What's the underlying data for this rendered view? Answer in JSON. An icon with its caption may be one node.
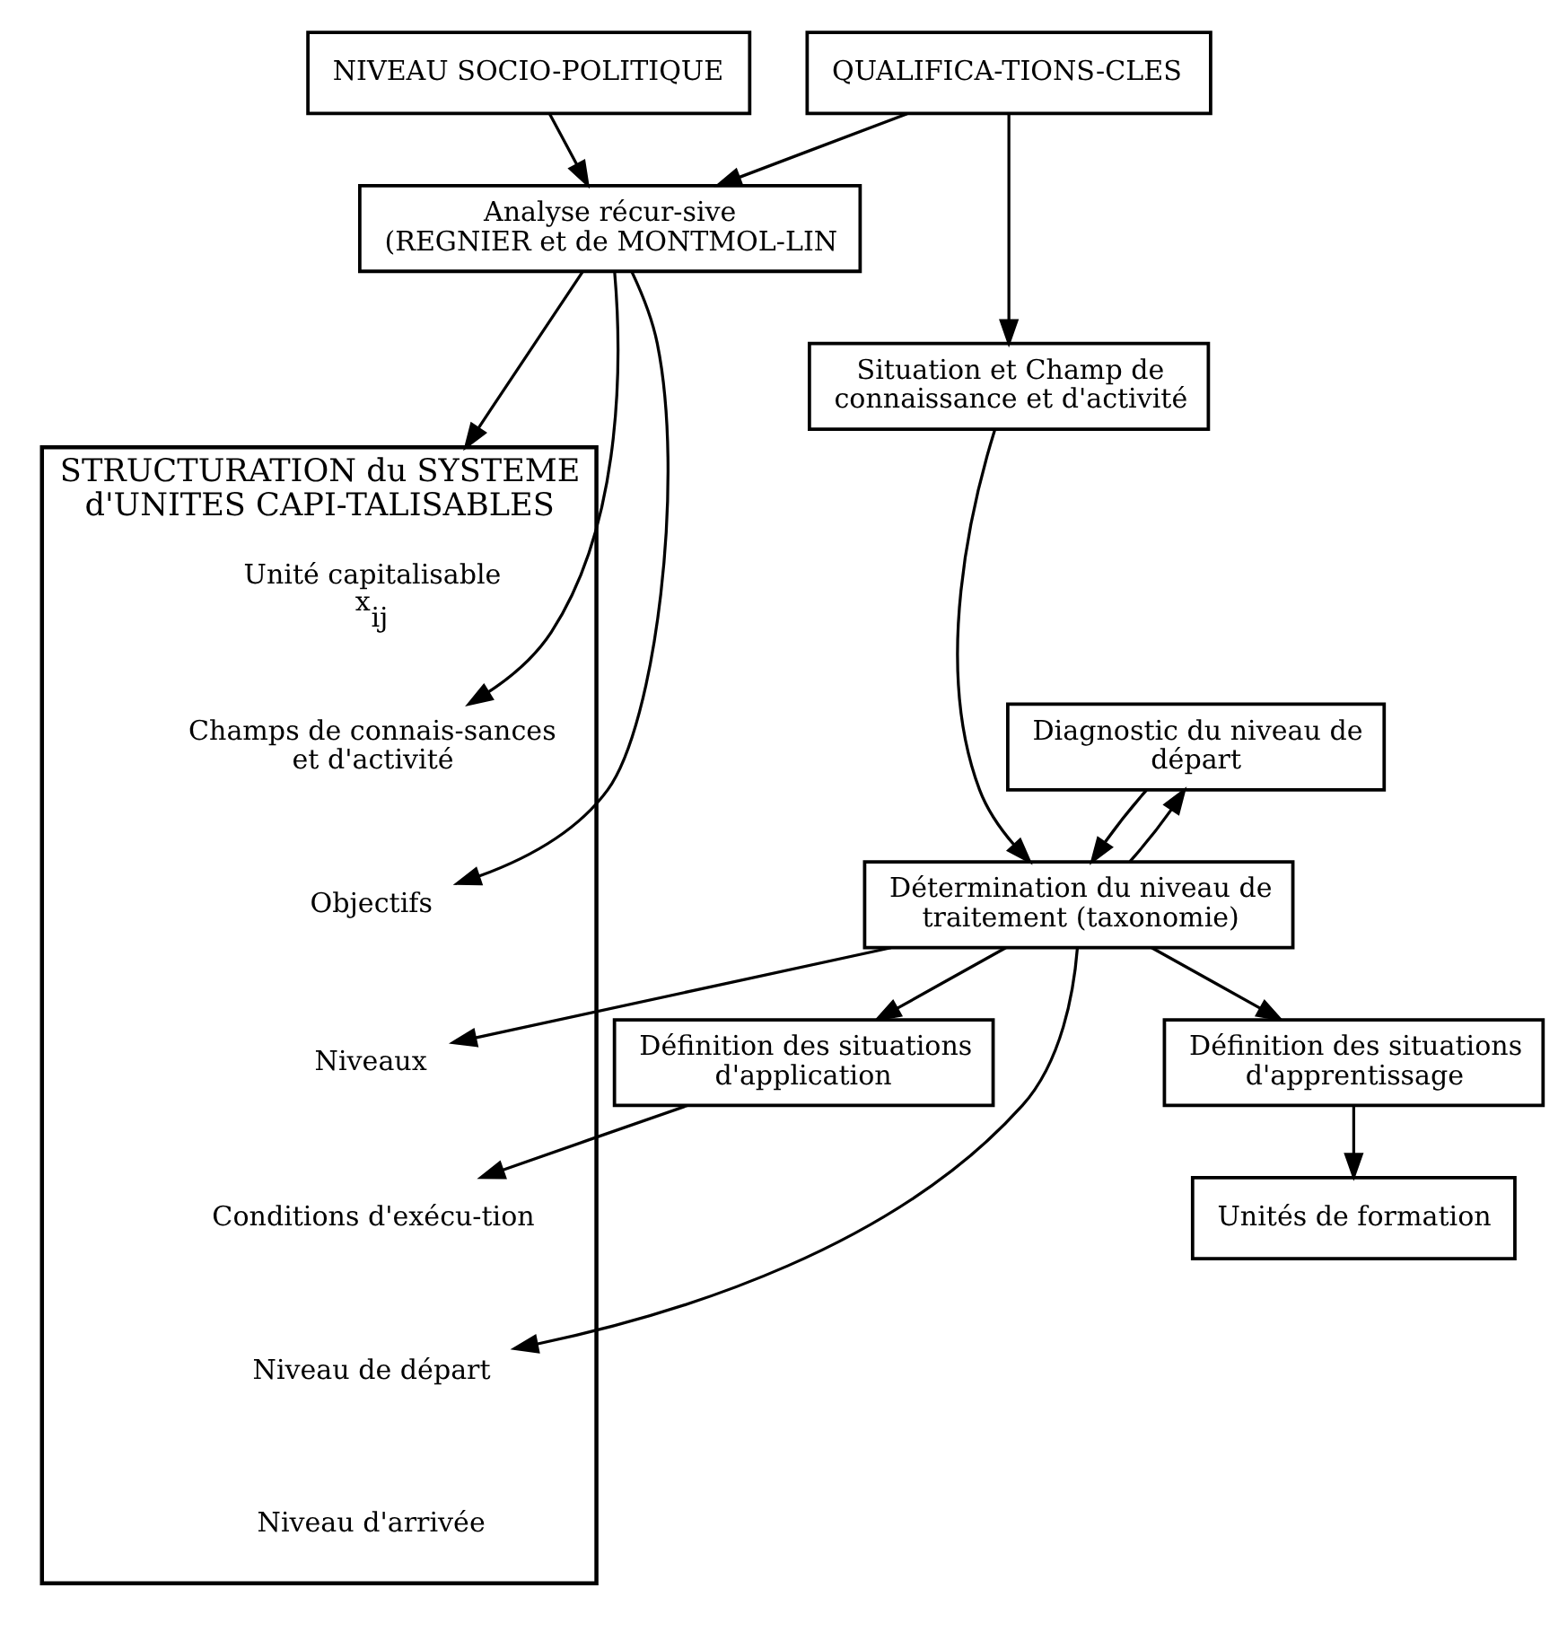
{
  "diagram": {
    "nodes": [
      {
        "text": [
          "NIVEAU SOCIO-POLITIQUE"
        ]
      },
      {
        "text": [
          "QUALIFICA-TIONS-CLES"
        ]
      },
      {
        "text": [
          "Situation et Champ de connaissance et d'activité"
        ]
      },
      {
        "text": [
          "Analyse récur-sive (REGNIER et de MONTMOL-LIN"
        ]
      },
      {
        "text": [
          "Diagnostic du niveau de départ"
        ]
      },
      {
        "text": [
          "STRUCTURATION du SYSTEME d'UNITES CAPI-TALISABLES"
        ]
      },
      {
        "text": [
          "Unité capitalisable x$_{ij}$"
        ],
        "in": 5
      },
      {
        "text": [
          "Champs de connais-sances et d'activité"
        ],
        "in": 5
      },
      {
        "text": [
          "Objectifs"
        ],
        "in": 5
      },
      {
        "text": [
          "Niveaux"
        ],
        "in": 5
      },
      {
        "text": [
          "Conditions d'exécu-tion"
        ],
        "in": 5
      },
      {
        "text": [
          "Niveau de départ"
        ],
        "in": 5
      },
      {
        "text": [
          "Niveau d'arrivée"
        ],
        "in": 5
      },
      {
        "text": [
          "Détermination du niveau de traitement (taxonomie)"
        ]
      },
      {
        "text": [
          "Définition des situations d'apprentissage"
        ]
      },
      {
        "text": [
          "Définition des situations d'application"
        ]
      },
      {
        "text": [
          "Unités de formation"
        ]
      }
    ],
    "edges": [
      {
        "from": 0,
        "to": 3,
        "arrow": "to"
      },
      {
        "from": 1,
        "to": 3,
        "arrow": "to"
      },
      {
        "from": 1,
        "to": 2,
        "arrow": "to"
      },
      {
        "from": 3,
        "to": 5,
        "arrow": "to"
      },
      {
        "from": 3,
        "to": 7,
        "arrow": "to"
      },
      {
        "from": 3,
        "to": 8,
        "arrow": "to"
      },
      {
        "from": 2,
        "to": 13,
        "arrow": "to"
      },
      {
        "from": 4,
        "to": 13,
        "arrow": "to"
      },
      {
        "from": 13,
        "to": 4,
        "arrow": "to"
      },
      {
        "from": 13,
        "to": 9,
        "arrow": "to"
      },
      {
        "from": 13,
        "to": 14,
        "arrow": "to"
      },
      {
        "from": 13,
        "to": 15,
        "arrow": "to"
      },
      {
        "from": 15,
        "to": 10,
        "arrow": "to"
      },
      {
        "from": 14,
        "to": 16,
        "arrow": "to"
      },
      {
        "from": 13,
        "to": 11,
        "arrow": "to"
      }
    ]
  }
}
